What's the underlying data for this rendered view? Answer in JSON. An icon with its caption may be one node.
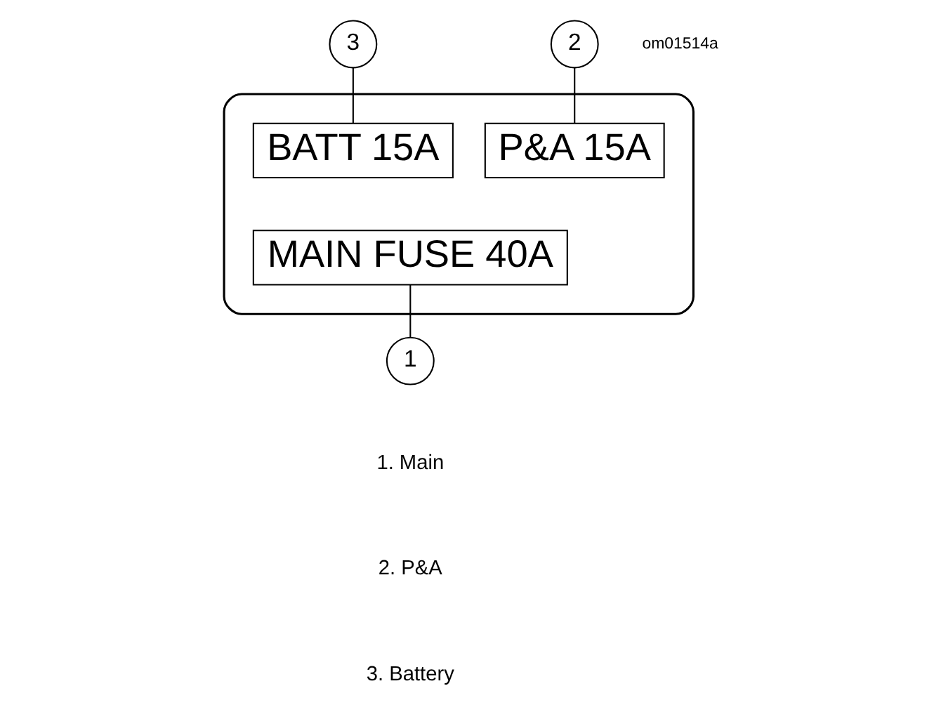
{
  "diagram": {
    "nodes": [
      {
        "text": [],
        "shape": "box"
      },
      {
        "text": [
          "BATT 15A"
        ],
        "in": 0
      },
      {
        "text": [
          "P&A 15A"
        ],
        "in": 0
      },
      {
        "text": [
          "MAIN FUSE 40A"
        ],
        "in": 0
      },
      {
        "text": [
          "3"
        ]
      },
      {
        "text": [
          "2"
        ]
      },
      {
        "text": [
          "1"
        ]
      }
    ],
    "edges": [
      {
        "from": 4,
        "to": 1,
        "arrow": "none"
      },
      {
        "from": 5,
        "to": 2,
        "arrow": "none"
      },
      {
        "from": 6,
        "to": 3,
        "arrow": "none"
      }
    ],
    "labels": [
      "om01514a",
      "1. Main",
      "2. P&A",
      "3. Battery"
    ]
  }
}
